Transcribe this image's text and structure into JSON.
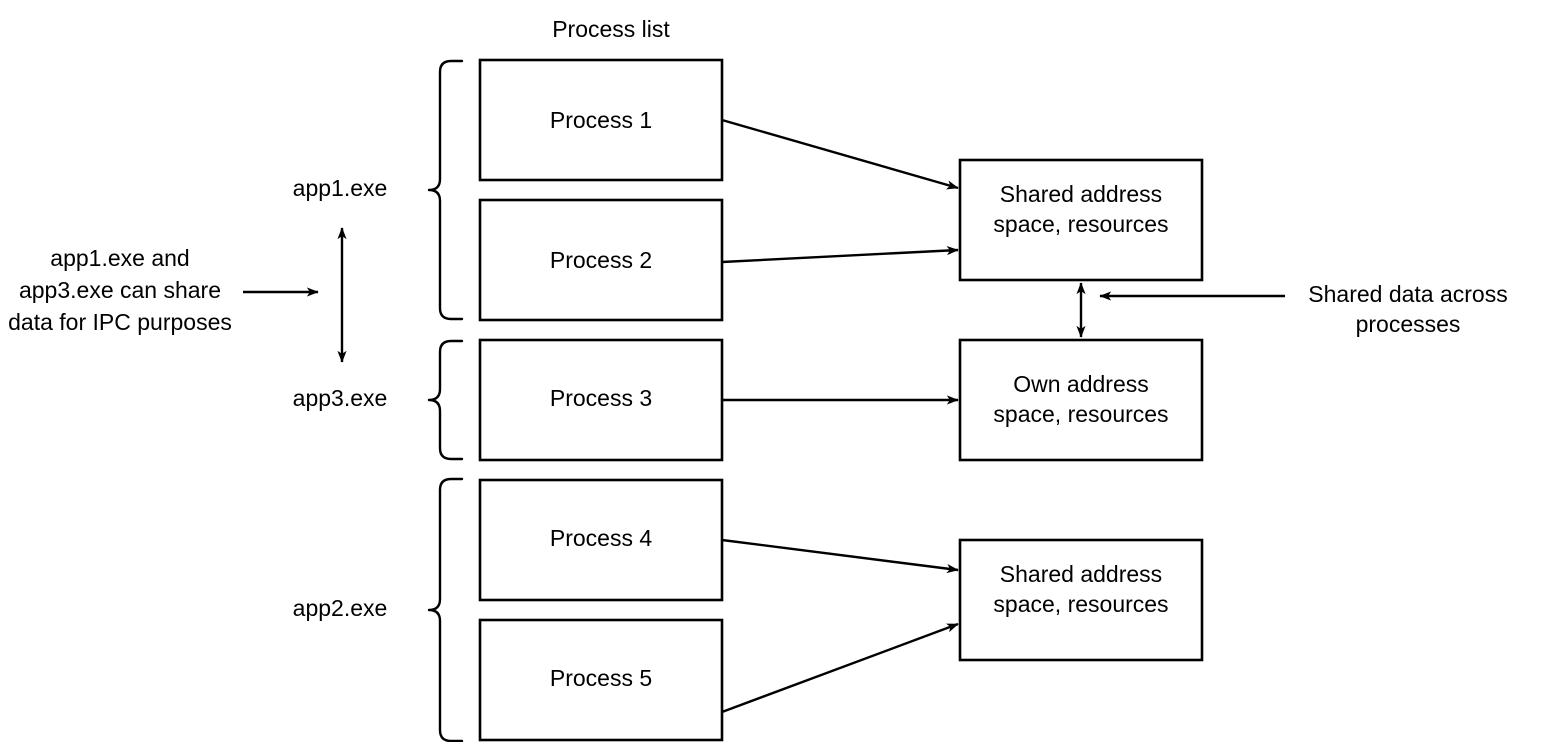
{
  "diagram": {
    "title": "Process list",
    "columns": {
      "process_list_header": "Process list"
    },
    "groups": [
      {
        "id": "app1",
        "label": "app1.exe",
        "processes": [
          "Process 1",
          "Process 2"
        ]
      },
      {
        "id": "app3",
        "label": "app3.exe",
        "processes": [
          "Process 3"
        ]
      },
      {
        "id": "app2",
        "label": "app2.exe",
        "processes": [
          "Process 4",
          "Process 5"
        ]
      }
    ],
    "process_boxes": [
      {
        "id": "p1",
        "label": "Process 1"
      },
      {
        "id": "p2",
        "label": "Process 2"
      },
      {
        "id": "p3",
        "label": "Process 3"
      },
      {
        "id": "p4",
        "label": "Process 4"
      },
      {
        "id": "p5",
        "label": "Process 5"
      }
    ],
    "memory_boxes": [
      {
        "id": "mem-shared-top",
        "line1": "Shared address",
        "line2": "space, resources"
      },
      {
        "id": "mem-own",
        "line1": "Own address",
        "line2": "space, resources"
      },
      {
        "id": "mem-shared-bottom",
        "line1": "Shared address",
        "line2": "space, resources"
      }
    ],
    "annotations": {
      "left_note": {
        "line1": "app1.exe and",
        "line2": "app3.exe can share",
        "line3": "data for IPC purposes"
      },
      "right_note": {
        "line1": "Shared data across",
        "line2": "processes"
      }
    },
    "colors": {
      "stroke": "#000000",
      "fill": "#ffffff",
      "text": "#000000"
    }
  }
}
